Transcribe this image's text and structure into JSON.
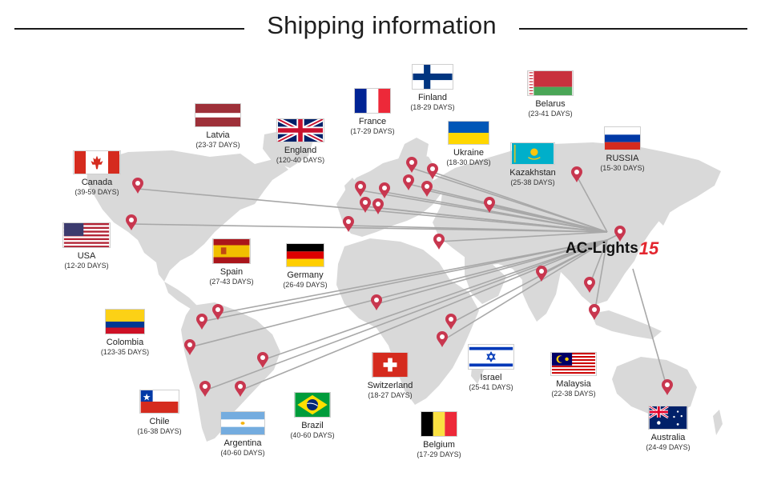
{
  "title": "Shipping information",
  "brand": {
    "name": "AC-Lights",
    "number": "15",
    "color": "#e3262f"
  },
  "colors": {
    "pin": "#c8374f",
    "map": "#d9d9d9",
    "route": "#a8a8a8"
  },
  "countries": [
    {
      "id": "finland",
      "name": "Finland",
      "days": "(18-29 DAYS)",
      "flag": "finland-flag"
    },
    {
      "id": "belarus",
      "name": "Belarus",
      "days": "(23-41 DAYS)",
      "flag": "belarus-flag"
    },
    {
      "id": "france",
      "name": "France",
      "days": "(17-29 DAYS)",
      "flag": "france-flag"
    },
    {
      "id": "latvia",
      "name": "Latvia",
      "days": "(23-37 DAYS)",
      "flag": "latvia-flag"
    },
    {
      "id": "england",
      "name": "England",
      "days": "(120-40 DAYS)",
      "flag": "united-kingdom-flag"
    },
    {
      "id": "ukraine",
      "name": "Ukraine",
      "days": "(18-30 DAYS)",
      "flag": "ukraine-flag"
    },
    {
      "id": "russia",
      "name": "RUSSIA",
      "days": "(15-30 DAYS)",
      "flag": "russia-flag"
    },
    {
      "id": "kazakhstan",
      "name": "Kazakhstan",
      "days": "(25-38 DAYS)",
      "flag": "kazakhstan-flag"
    },
    {
      "id": "canada",
      "name": "Canada",
      "days": "(39-59 DAYS)",
      "flag": "canada-flag"
    },
    {
      "id": "usa",
      "name": "USA",
      "days": "(12-20 DAYS)",
      "flag": "usa-flag"
    },
    {
      "id": "spain",
      "name": "Spain",
      "days": "(27-43 DAYS)",
      "flag": "spain-flag"
    },
    {
      "id": "germany",
      "name": "Germany",
      "days": "(26-49 DAYS)",
      "flag": "germany-flag"
    },
    {
      "id": "colombia",
      "name": "Colombia",
      "days": "(123-35 DAYS)",
      "flag": "colombia-flag"
    },
    {
      "id": "switzerland",
      "name": "Switzerland",
      "days": "(18-27 DAYS)",
      "flag": "switzerland-flag"
    },
    {
      "id": "israel",
      "name": "Israel",
      "days": "(25-41 DAYS)",
      "flag": "israel-flag"
    },
    {
      "id": "malaysia",
      "name": "Malaysia",
      "days": "(22-38 DAYS)",
      "flag": "malaysia-flag"
    },
    {
      "id": "chile",
      "name": "Chile",
      "days": "(16-38 DAYS)",
      "flag": "chile-flag"
    },
    {
      "id": "brazil",
      "name": "Brazil",
      "days": "(40-60 DAYS)",
      "flag": "brazil-flag"
    },
    {
      "id": "argentina",
      "name": "Argentina",
      "days": "(40-60 DAYS)",
      "flag": "argentina-flag"
    },
    {
      "id": "belgium",
      "name": "Belgium",
      "days": "(17-29 DAYS)",
      "flag": "belgium-flag"
    },
    {
      "id": "australia",
      "name": "Australia",
      "days": "(24-49 DAYS)",
      "flag": "australia-flag"
    }
  ]
}
